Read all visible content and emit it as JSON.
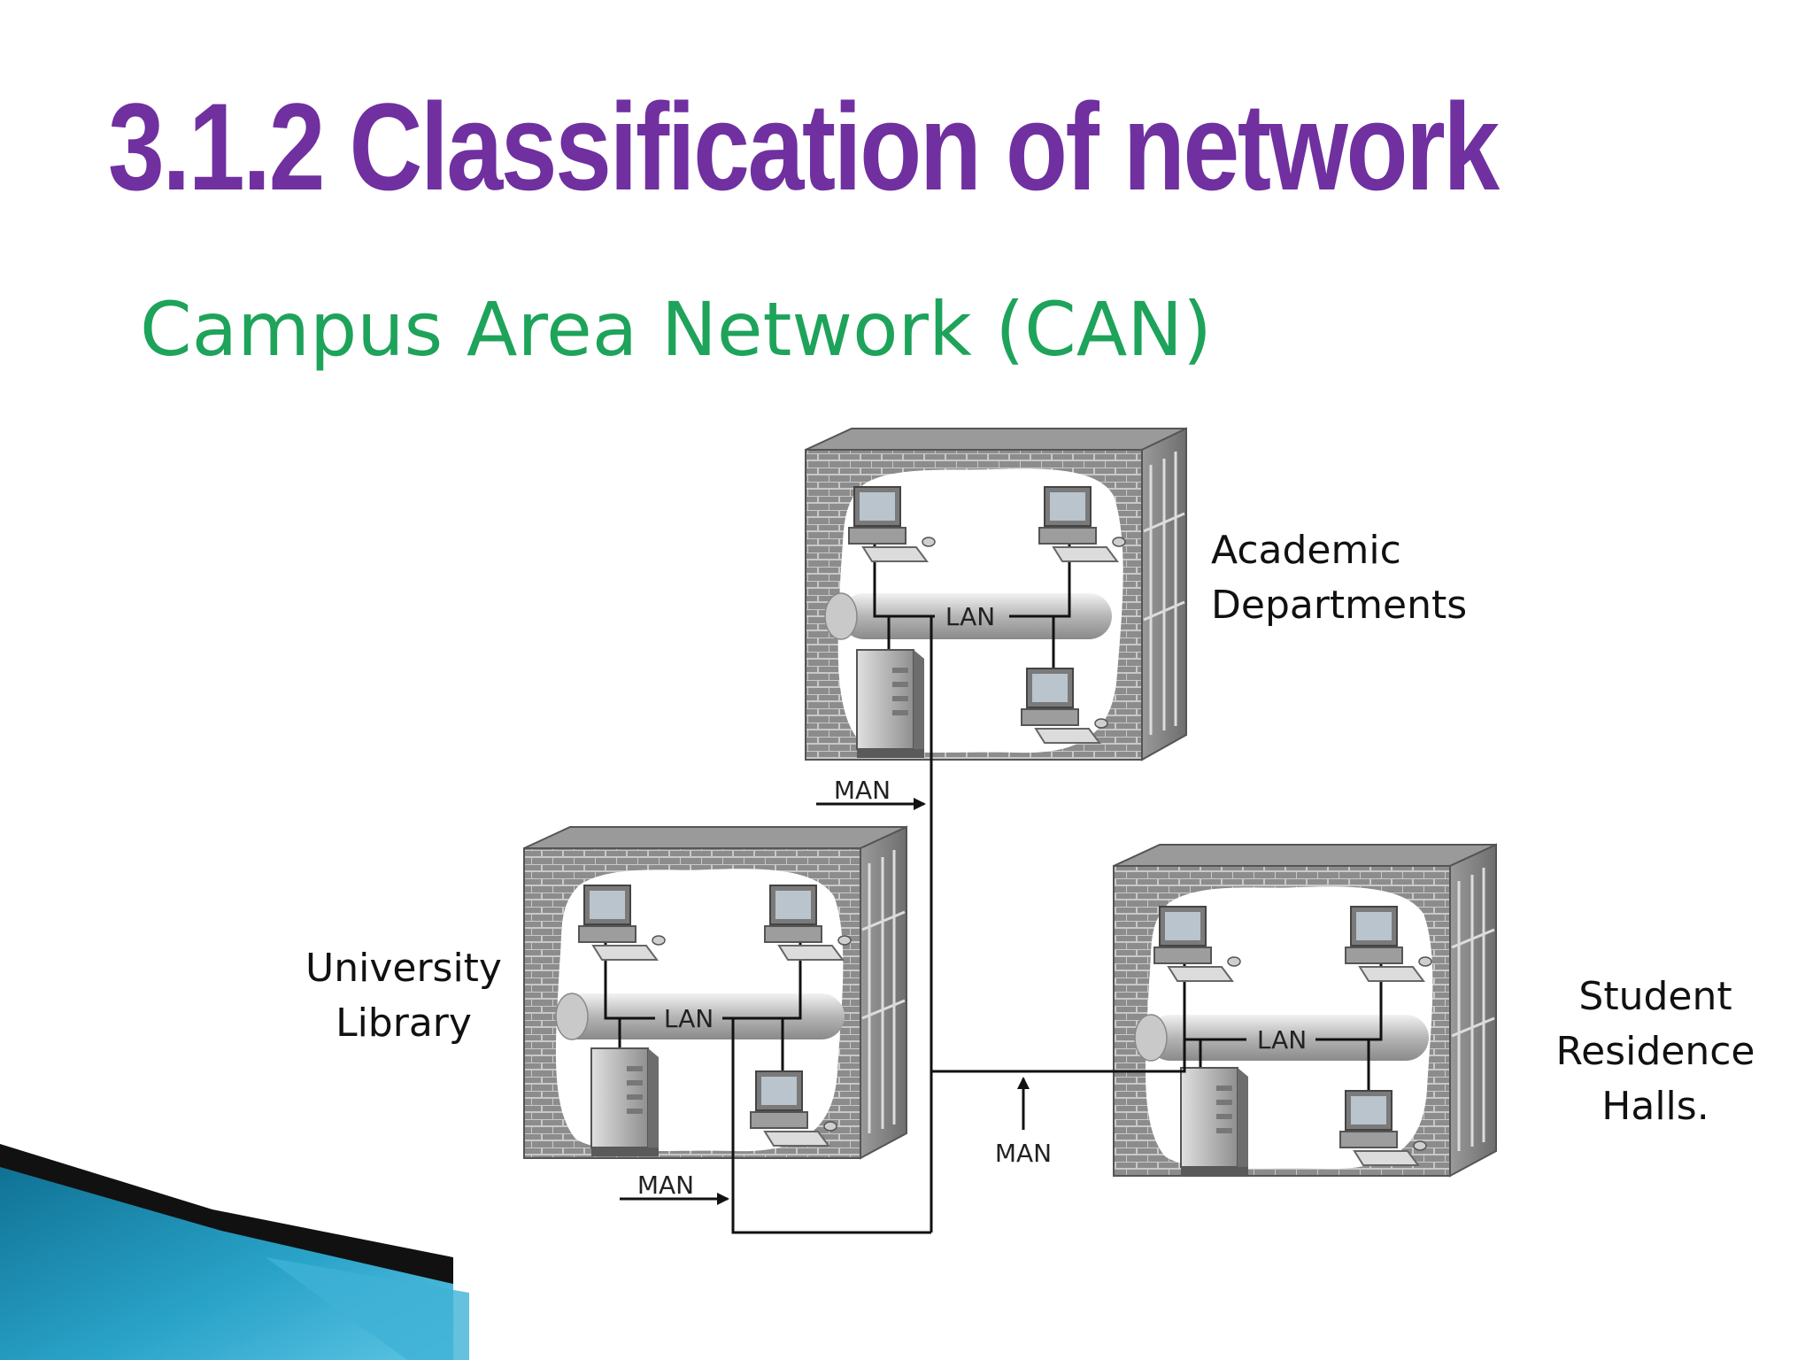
{
  "slide": {
    "title": "3.1.2 Classification of network",
    "subtitle": "Campus Area Network (CAN)"
  },
  "buildings": {
    "academic": {
      "name_line1": "Academic",
      "name_line2": "Departments",
      "lan_label": "LAN"
    },
    "library": {
      "name_line1": "University",
      "name_line2": "Library",
      "lan_label": "LAN"
    },
    "residence": {
      "name_line1": "Student",
      "name_line2": "Residence",
      "name_line3": "Halls.",
      "lan_label": "LAN"
    }
  },
  "links": {
    "man_top": "MAN",
    "man_bottom_left": "MAN",
    "man_bottom_middle": "MAN"
  },
  "colors": {
    "title": "#7030a0",
    "subtitle": "#1ea35a",
    "accent_blue": "#2aa3c9"
  }
}
